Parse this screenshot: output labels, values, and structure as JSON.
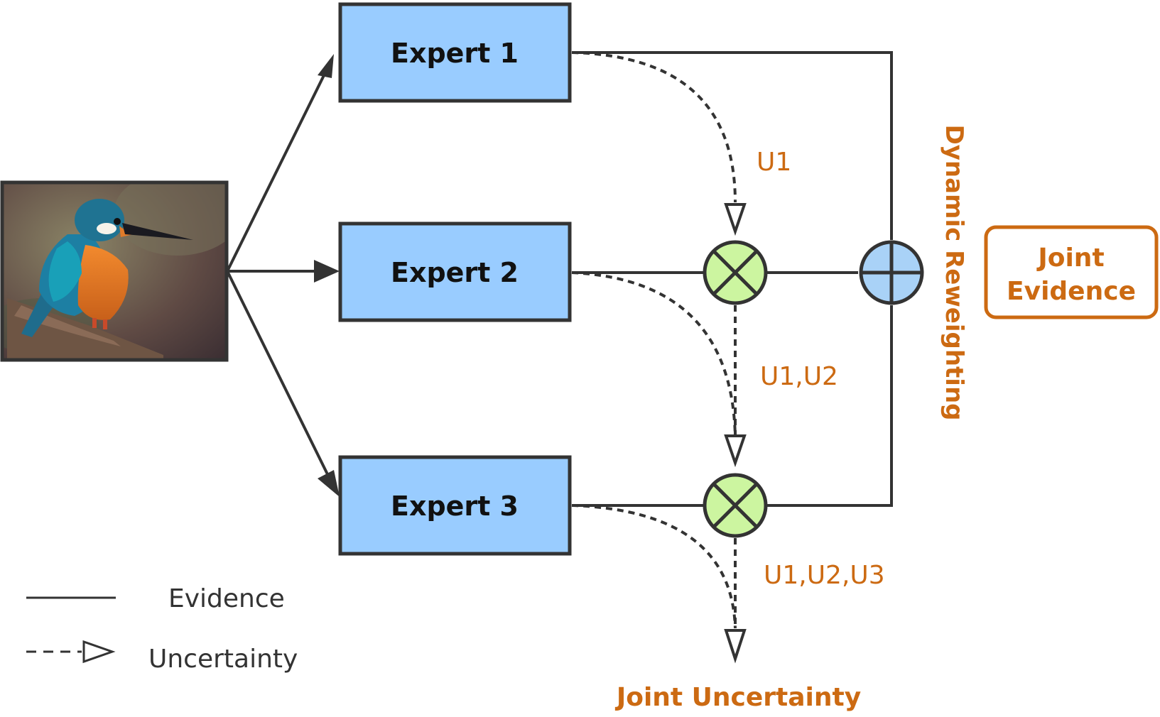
{
  "experts": [
    {
      "label": "Expert 1"
    },
    {
      "label": "Expert 2"
    },
    {
      "label": "Expert 3"
    }
  ],
  "uncertainty_labels": [
    "U1",
    "U1,U2",
    "U1,U2,U3"
  ],
  "dynamic_reweighting": "Dynamic Reweighting",
  "joint_evidence": {
    "line1": "Joint",
    "line2": "Evidence"
  },
  "joint_uncertainty": "Joint Uncertainty",
  "legend": {
    "evidence": "Evidence",
    "uncertainty": "Uncertainty"
  },
  "colors": {
    "expert_fill": "#99ccff",
    "multiply_fill": "#ccf5a0",
    "sum_fill": "#a9d2f7",
    "accent": "#cc6a12",
    "stroke": "#333333"
  },
  "image": {
    "subject": "kingfisher bird on branch"
  }
}
